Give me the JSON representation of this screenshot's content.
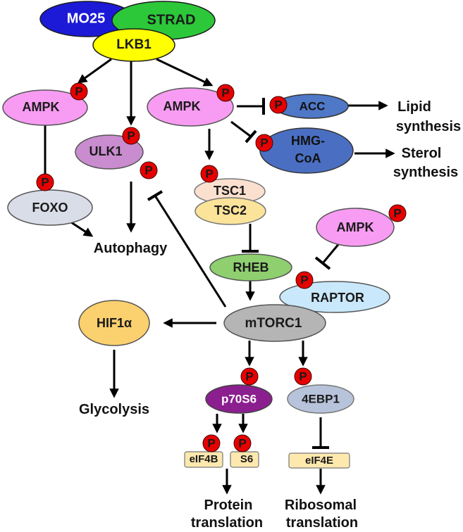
{
  "phospho_label": "P",
  "colors": {
    "ampk": "#f79cf2",
    "lkb1": "#ffff00",
    "mo25": "#1c1ad6",
    "strad": "#2cc83a",
    "ulk1": "#c98ccf",
    "foxo": "#d9dde8",
    "acc": "#4f78c7",
    "hmgcoa": "#4a6fc2",
    "tsc1": "#fbe0cf",
    "tsc2": "#fbe39a",
    "rheb": "#8fcf6f",
    "raptor": "#c9e8fb",
    "mtorc1": "#b5b5b5",
    "hif1a": "#fbd06e",
    "p70s6": "#8b1f8f",
    "ebp1": "#b7c3da",
    "effector_box": "#fde8ae",
    "phospho": "#e60000"
  },
  "nodes": {
    "mo25": "MO25",
    "strad": "STRAD",
    "lkb1": "LKB1",
    "ampk_left": "AMPK",
    "ampk_center": "AMPK",
    "ampk_right": "AMPK",
    "ulk1": "ULK1",
    "foxo": "FOXO",
    "acc": "ACC",
    "hmgcoa_line1": "HMG-",
    "hmgcoa_line2": "CoA",
    "tsc1": "TSC1",
    "tsc2": "TSC2",
    "rheb": "RHEB",
    "raptor": "RAPTOR",
    "mtorc1": "mTORC1",
    "hif1a": "HIF1α",
    "p70s6": "p70S6",
    "ebp1": "4EBP1",
    "eif4b": "eIF4B",
    "s6": "S6",
    "eif4e": "eIF4E"
  },
  "outputs": {
    "lipid_line1": "Lipid",
    "lipid_line2": "synthesis",
    "sterol_line1": "Sterol",
    "sterol_line2": "synthesis",
    "autophagy": "Autophagy",
    "glycolysis": "Glycolysis",
    "protein_line1": "Protein",
    "protein_line2": "translation",
    "ribosomal_line1": "Ribosomal",
    "ribosomal_line2": "translation"
  }
}
